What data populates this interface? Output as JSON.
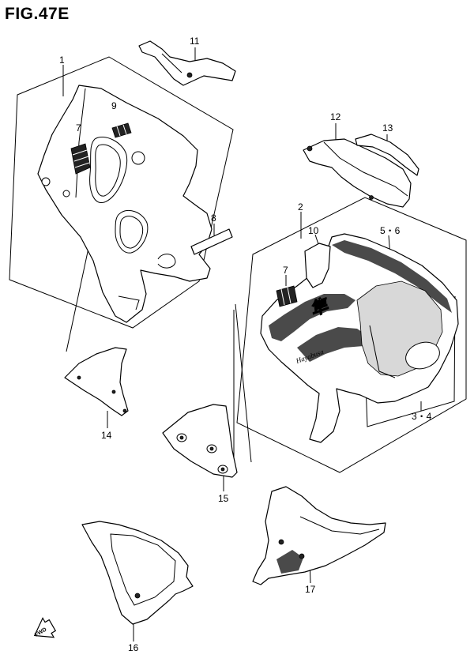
{
  "figure": {
    "title": "FIG.47E"
  },
  "labels": {
    "p1": "1",
    "p2": "2",
    "p3_4": "3・4",
    "p5_6": "5・6",
    "p7a": "7",
    "p7b": "7",
    "p8": "8",
    "p9": "9",
    "p10": "10",
    "p11": "11",
    "p12": "12",
    "p13": "13",
    "p14": "14",
    "p15": "15",
    "p16": "16",
    "p17": "17",
    "fwd": "FWD"
  }
}
